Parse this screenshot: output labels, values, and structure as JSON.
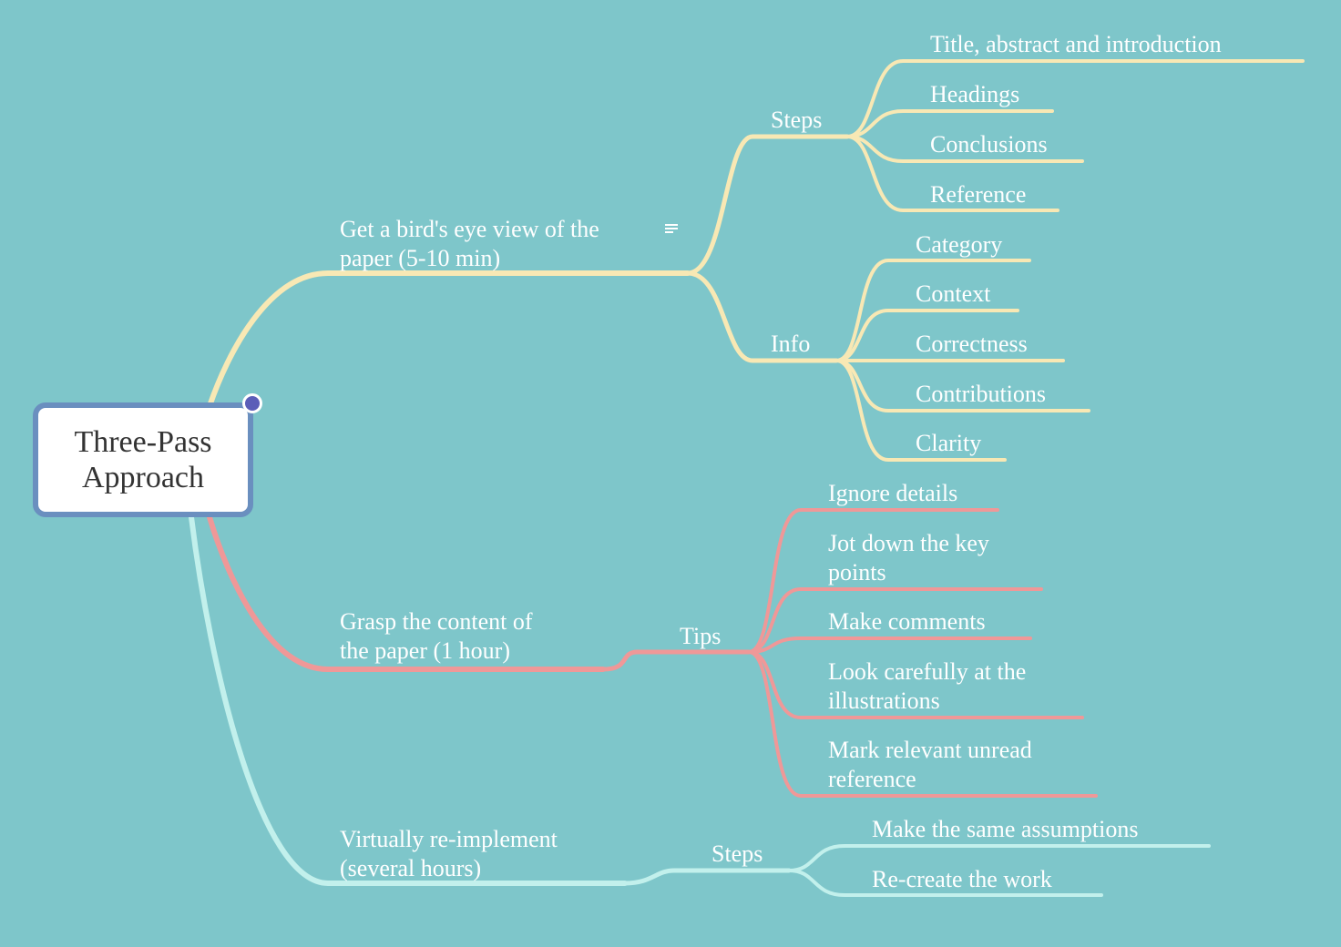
{
  "root": {
    "label": "Three-Pass\nApproach"
  },
  "colors": {
    "background": "#7ec6ca",
    "branch1": "#f8e8b4",
    "branch2": "#ef9898",
    "branch3": "#c2f0ec",
    "root_border": "#6a8fbf",
    "root_dot": "#5b5db8"
  },
  "branches": [
    {
      "label": "Get a bird's eye view of the\npaper (5-10 min)",
      "note_icon": "note-icon",
      "groups": [
        {
          "label": "Steps",
          "items": [
            "Title, abstract and introduction",
            "Headings",
            "Conclusions",
            "Reference"
          ]
        },
        {
          "label": "Info",
          "items": [
            "Category",
            "Context",
            "Correctness",
            "Contributions",
            "Clarity"
          ]
        }
      ]
    },
    {
      "label": "Grasp the content of\nthe paper (1 hour)",
      "groups": [
        {
          "label": "Tips",
          "items": [
            "Ignore details",
            "Jot down the key\npoints",
            "Make comments",
            "Look carefully at the\nillustrations",
            "Mark relevant unread\nreference"
          ]
        }
      ]
    },
    {
      "label": "Virtually re-implement\n(several hours)",
      "groups": [
        {
          "label": "Steps",
          "items": [
            "Make the same assumptions",
            "Re-create the work"
          ]
        }
      ]
    }
  ]
}
